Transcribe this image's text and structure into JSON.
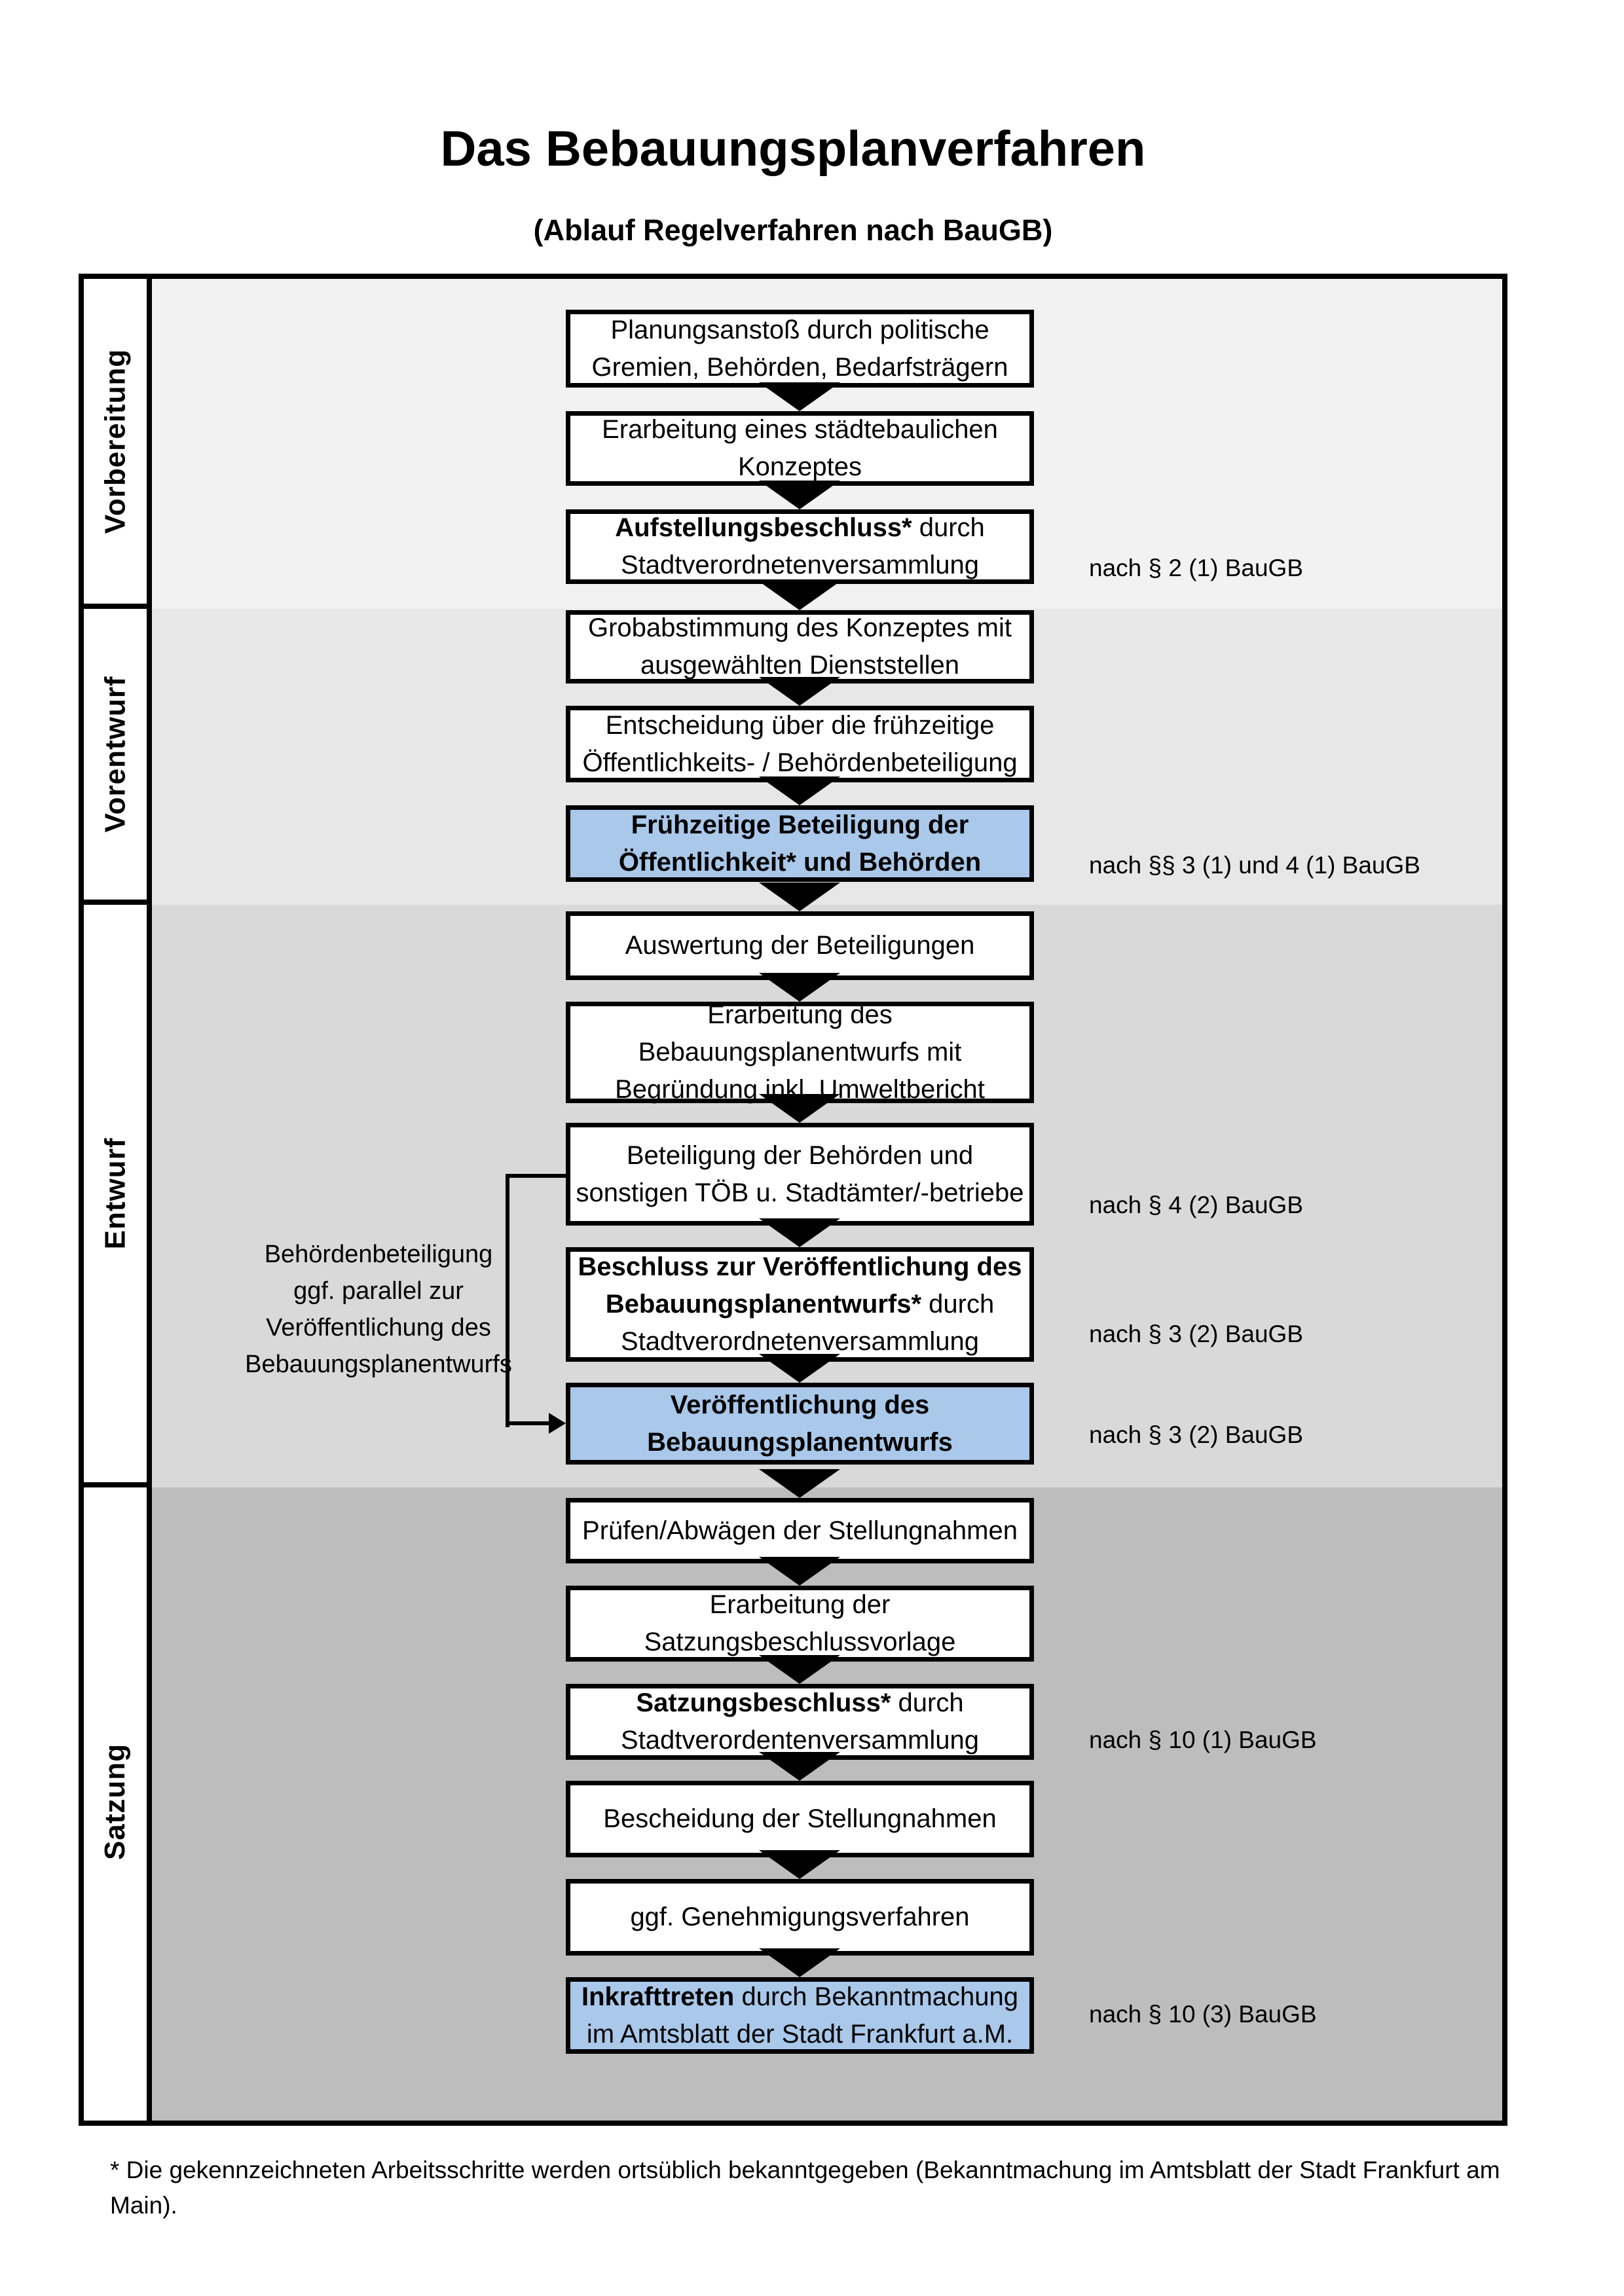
{
  "title": "Das Bebauungsplanverfahren",
  "subtitle": "(Ablauf Regelverfahren nach BauGB)",
  "phases": [
    {
      "label": "Vorbereitung"
    },
    {
      "label": "Vorentwurf"
    },
    {
      "label": "Entwurf"
    },
    {
      "label": "Satzung"
    }
  ],
  "steps": [
    {
      "highlight": false,
      "lines": [
        {
          "t": "Planungsanstoß durch politische"
        },
        {
          "t": "Gremien, Behörden, Bedarfsträgern"
        }
      ]
    },
    {
      "highlight": false,
      "lines": [
        {
          "t": "Erarbeitung eines städtebaulichen"
        },
        {
          "t": "Konzeptes"
        }
      ]
    },
    {
      "highlight": false,
      "lines": [
        {
          "b": "Aufstellungsbeschluss*",
          "t": " durch"
        },
        {
          "t": "Stadtverordnetenversammlung"
        }
      ]
    },
    {
      "highlight": false,
      "lines": [
        {
          "t": "Grobabstimmung des Konzeptes mit"
        },
        {
          "t": "ausgewählten Dienststellen"
        }
      ]
    },
    {
      "highlight": false,
      "lines": [
        {
          "t": "Entscheidung über die frühzeitige"
        },
        {
          "t": "Öffentlichkeits- / Behördenbeteiligung"
        }
      ]
    },
    {
      "highlight": true,
      "lines": [
        {
          "b": "Frühzeitige Beteiligung der"
        },
        {
          "b": "Öffentlichkeit* und Behörden"
        }
      ]
    },
    {
      "highlight": false,
      "lines": [
        {
          "t": "Auswertung der Beteiligungen"
        }
      ]
    },
    {
      "highlight": false,
      "lines": [
        {
          "t": "Erarbeitung des"
        },
        {
          "t": "Bebauungsplanentwurfs mit"
        },
        {
          "t": "Begründung inkl. Umweltbericht"
        }
      ]
    },
    {
      "highlight": false,
      "lines": [
        {
          "t": "Beteiligung der Behörden und"
        },
        {
          "t": "sonstigen TÖB u. Stadtämter/-betriebe"
        }
      ]
    },
    {
      "highlight": false,
      "lines": [
        {
          "b": "Beschluss zur Veröffentlichung des"
        },
        {
          "b": "Bebauungsplanentwurfs*",
          "t": " durch"
        },
        {
          "t": "Stadtverordnetenversammlung"
        }
      ]
    },
    {
      "highlight": true,
      "lines": [
        {
          "b": "Veröffentlichung des"
        },
        {
          "b": "Bebauungsplanentwurfs"
        }
      ]
    },
    {
      "highlight": false,
      "lines": [
        {
          "t": "Prüfen/Abwägen der Stellungnahmen"
        }
      ]
    },
    {
      "highlight": false,
      "lines": [
        {
          "t": "Erarbeitung der"
        },
        {
          "t": "Satzungsbeschlussvorlage"
        }
      ]
    },
    {
      "highlight": false,
      "lines": [
        {
          "b": "Satzungsbeschluss*",
          "t": " durch"
        },
        {
          "t": "Stadtverordentenversammlung"
        }
      ]
    },
    {
      "highlight": false,
      "lines": [
        {
          "t": "Bescheidung der Stellungnahmen"
        }
      ]
    },
    {
      "highlight": false,
      "lines": [
        {
          "t": "ggf. Genehmigungsverfahren"
        }
      ]
    },
    {
      "highlight": true,
      "lines": [
        {
          "b": "Inkrafttreten",
          "t": " durch Bekanntmachung"
        },
        {
          "t": "im Amtsblatt der Stadt Frankfurt a.M."
        }
      ]
    }
  ],
  "annotations": [
    {
      "text": "nach § 2 (1) BauGB"
    },
    {
      "text": "nach §§ 3 (1) und 4 (1) BauGB"
    },
    {
      "text": "nach § 4 (2) BauGB"
    },
    {
      "text": "nach § 3 (2) BauGB"
    },
    {
      "text": "nach § 3 (2) BauGB"
    },
    {
      "text": "nach § 10 (1) BauGB"
    },
    {
      "text": "nach § 10 (3) BauGB"
    }
  ],
  "side_note": {
    "lines": [
      "Behördenbeteiligung",
      "ggf. parallel zur",
      "Veröffentlichung des",
      "Bebauungsplanentwurfs"
    ]
  },
  "footnote": "* Die gekennzeichneten Arbeitsschritte werden ortsüblich bekanntgegeben (Bekanntmachung im Amtsblatt  der Stadt Frankfurt am Main).",
  "colors": {
    "highlight": "#a9c8ea",
    "band_vorbereitung": "#f2f2f2",
    "band_vorentwurf": "#e7e7e7",
    "band_entwurf": "#d9d9d9",
    "band_satzung": "#bdbdbd",
    "box_border": "#000000"
  }
}
